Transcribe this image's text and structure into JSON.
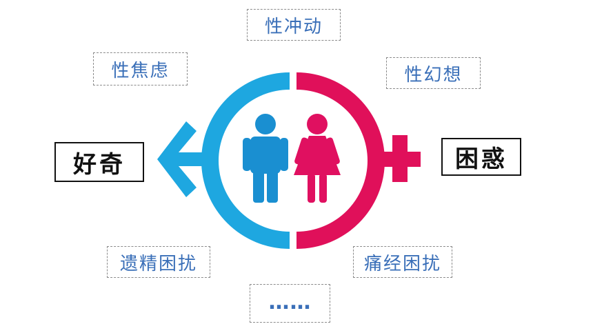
{
  "labels": {
    "top": "性冲动",
    "upper_left": "性焦虑",
    "upper_right": "性幻想",
    "left": "好奇",
    "right": "困惑",
    "lower_left": "遗精困扰",
    "lower_right": "痛经困扰",
    "bottom": "……"
  },
  "colors": {
    "male": "#1ea7e0",
    "female": "#e0105a",
    "male_figure": "#1a8fd1",
    "female_figure": "#e01060",
    "label_text": "#3a6fb8"
  },
  "icons": [
    "male-arrow-icon",
    "female-cross-icon",
    "male-figure-icon",
    "female-figure-icon"
  ]
}
